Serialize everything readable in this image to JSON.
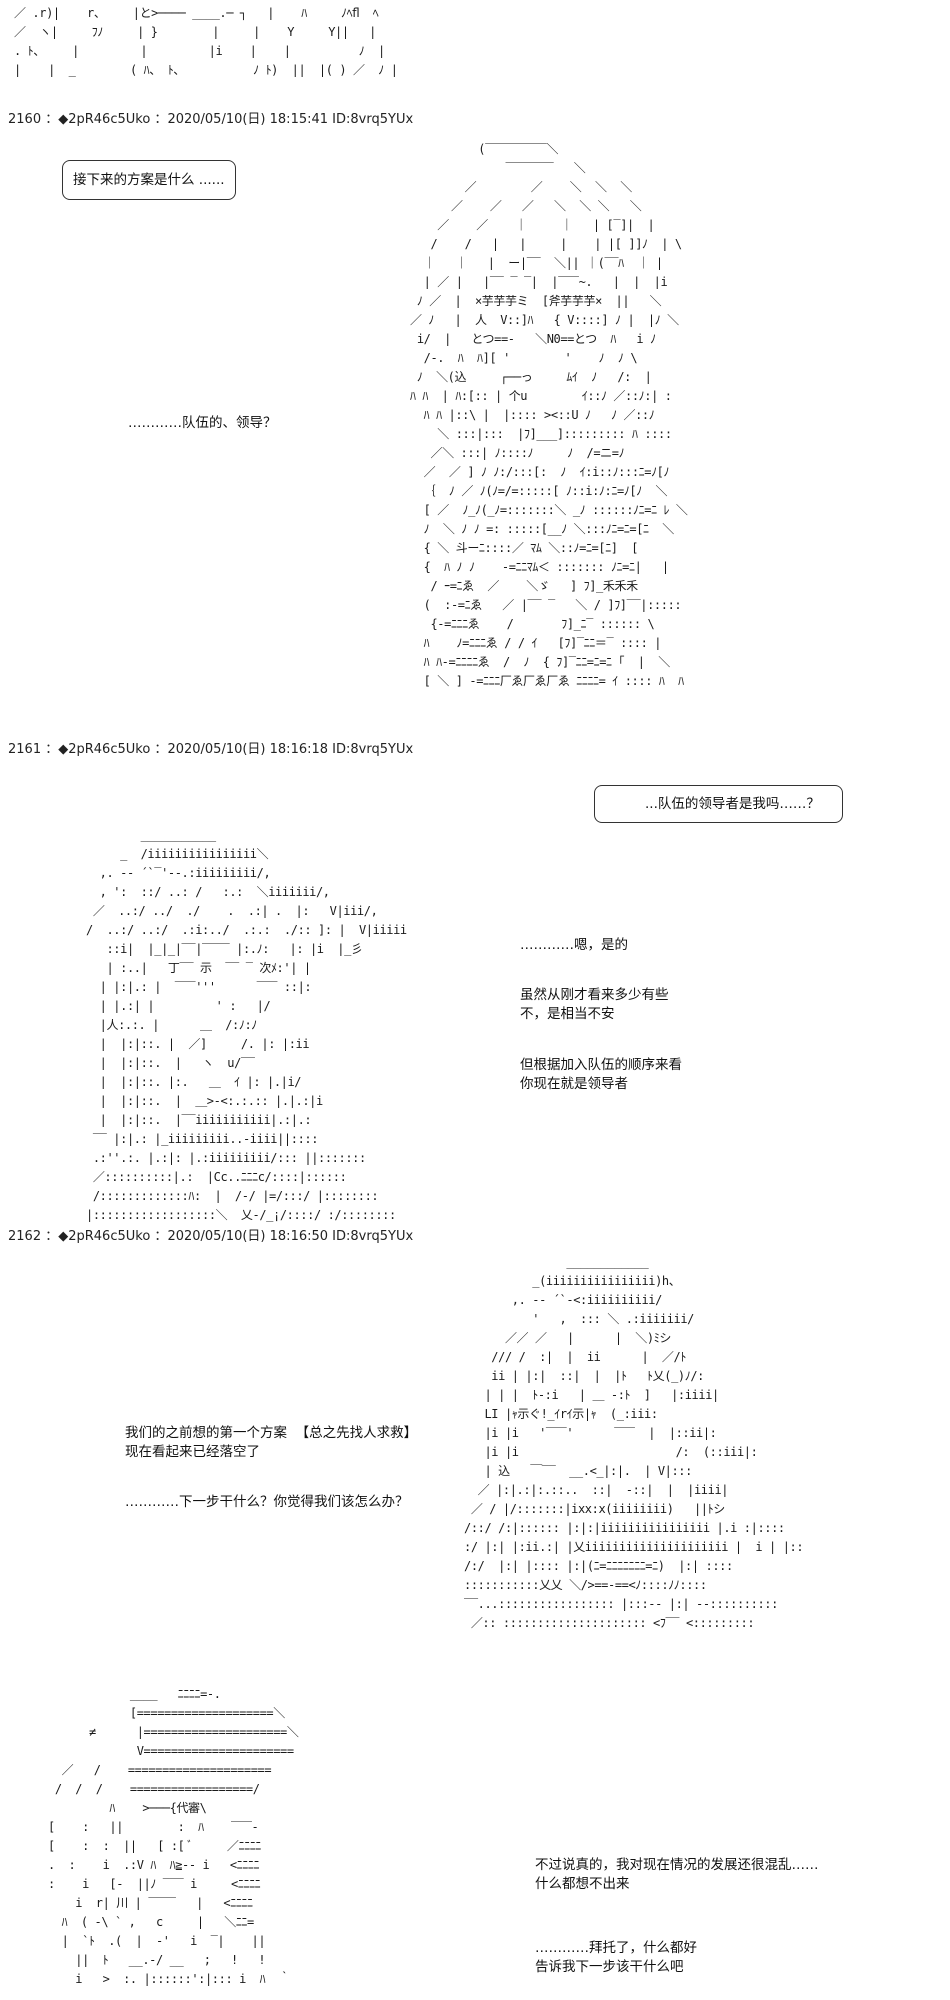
{
  "posts": [
    {
      "number": "2160",
      "trip": "◆2pR46c5Uko",
      "date": "2020/05/10(日) 18:15:41",
      "id": "ID:8vrq5YUx",
      "bubble": "接下来的方案是什么 ......",
      "lines": [
        "…………队伍的、领导？"
      ]
    },
    {
      "number": "2161",
      "trip": "◆2pR46c5Uko",
      "date": "2020/05/10(日) 18:16:18",
      "id": "ID:8vrq5YUx",
      "bubble": "...队伍的领导者是我吗……？",
      "lines": [
        "…………嗯，是的",
        "虽然从刚才看来多少有些",
        "不，是相当不安",
        "但根据加入队伍的顺序来看",
        "你现在就是领导者"
      ]
    },
    {
      "number": "2162",
      "trip": "◆2pR46c5Uko",
      "date": "2020/05/10(日) 18:16:50",
      "id": "ID:8vrq5YUx",
      "lines": [
        "我们的之前想的第一个方案  【总之先找人求救】",
        "现在看起来已经落空了",
        "…………下一步干什么？你觉得我们该怎么办？",
        "不过说真的，我对现在情况的发展还很混乱……",
        "什么都想不出来",
        "…………拜托了，什么都好",
        "告诉我下一步该干什么吧"
      ]
    }
  ],
  "art": {
    "top": "／ .r)|    r、    |と>──── ____.─ ┐   |    ﾊ     ﾉﾍﬂ  ﾍ\n／  ヽ|     ﾌﾉ     | }        |     |    Y     Y||   |\n. ﾄ、    |         |         |i    |    |          ﾉ  |\n|    |  _        ( ﾊ、 ﾄ、          ﾉ ﾄ)  ||  |( ) ／  ﾉ |",
    "char1": "          (‾‾‾‾‾‾‾‾‾＼\n              ‾‾‾‾‾‾‾   ＼\n        ／        ／    ＼  ＼  ＼\n      ／    ／   ／   ＼  ＼ ＼   ＼\n    ／    ／    ｜     ｜   | [‾]|  |\n   /    /   |   |     |    | |[ ]]ﾉ  | \\\n  ｜   ｜   |  ー|‾‾  ＼|| ｜(‾‾ﾊ  ｜ |\n  | ／ |   |‾‾ ‾ ‾|  |‾‾‾~.   |  |  |i\n ﾉ ／  |  ×芋芋芋ミ  [斧芋芋芋×  ||   ＼\n／ ﾉ   |  人  V::]ﾊ   { V::::] ﾉ |  |ﾉ ＼\n i/  |   とつ==-   ＼N0==とつ  ﾊ   i ﾉ\n  /-.  ﾊ  ﾊ][ '        '    ﾉ  ﾉ \\\n ﾉ  ＼(込     ┌──っ     ﾑｲ  ﾉ   /:  |\nﾊ ﾊ  | ﾊ:[:: | 个u        ｲ::ﾉ ／::ﾉ:| :\n  ﾊ ﾊ |::\\ |  |:::: ><::U ﾉ   ﾉ ／::ﾉ\n    ＼ :::|:::  |ﾌ]___]::::::::: ﾊ ::::\n   ／＼ :::| ﾉ::::ﾉ     ﾉ  /=ニ=ﾉ\n  ／  ／ ] ﾉ ﾉ:/:::[:  ﾉ  ｲ:i::ﾉ:::ﾆ=ﾉ[ﾉ\n  ｛  ﾉ ／ ﾉ(ﾉ=/=:::::[ ﾉ::i:ﾉ:ﾆ=ﾉ[ﾉ  ＼\n  [ ／  ﾉ_ﾉ(_ﾉ=:::::::＼ _ﾉ ::::::ﾉﾆ=ﾆ ﾚ ＼\n  ﾉ  ＼ ﾉ ﾉ =: :::::[__ﾉ ＼:::ﾉﾆ=ﾆ=[ﾆ  ＼\n  { ＼ 斗ーﾆ::::／ ﾏﾑ ＼::ﾉ=ﾆ=[ﾆ]  [\n  {  ﾊ ﾉ ﾉ    -=ﾆﾆﾏﾑ＜ ::::::: ﾉﾆ=ﾆ|   |\n   / ｰ=ﾆゑ  ／    ＼ゞ   ] ﾌ]_禾禾禾\n  (  :-=ﾆゑ   ／ |‾‾ ‾   ＼ / ]ﾌ]‾‾|::::: \n   {-=ﾆﾆﾆゑ    /       ﾌ]_ﾆ‾ :::::: \\\n  ﾊ    ﾉ=ﾆﾆﾆゑ / / ｲ   [ﾌ]‾ﾆﾆ＝‾ :::: |\n  ﾊ ﾊ-=ﾆﾆﾆﾆゑ  /  ﾉ  { ﾌ]‾ﾆﾆ=ﾆ=ﾆ ｢  |  ＼\n  [ ＼ ] -=ﾆﾆﾆ厂ゑ厂ゑ厂ゑ ﾆﾆﾆﾆ= ｲ :::: ﾊ  ﾊ",
    "char2": "        ___________\n     _  /iiiiiiiiiiiiiiii＼\n  ,. -‐ ´`‾'‐-.:iiiiiiiii/,\n  , ':  ::/ ..: /   :.:  ＼iiiiiii/,\n ／  ..:/ ../  ./    .  .:| .  |:   V|iii/,\n/  ..:/ ..:/  .:i:../  .:.:  ./:: ]: |  V|iiiii\n   ::i|  |_|_|‾‾|‾‾‾‾ |:.ﾉ:   |: |i  |_彡\n   | :..|   丁‾‾ 示  ‾‾ ‾ 次ﾒ:'| |\n  | |:|.: |  ‾‾‾'''      ‾‾‾ ::|:\n  | |.:| |         ' :   |/\n  |人:.:. |      ＿  /:ﾉ:ﾉ\n  |  |:|::. |  ／]     /. |: |:ii\n  |  |:|::.  |   ヽ  u/‾‾ \n  |  |:|::. |:.   ＿  ｲ |: |.|i/\n  |  |:|::.  |  ＿>-<:.:.:: |.|.:|i\n  |  |:|::.  |‾‾iiiiiiiiiii|.:|.:\n ‾‾ |:|.: |_iiiiiiiii..-iiii||::::\n .:''.:. |.:|: |.:iiiiiiiii/::: ||:::::::\n ／::::::::::|.:  |Cc..ﾆﾆﾆc/::::|::::::\n /:::::::::::::ﾊ:  |  /-/ |=/:::/ |::::::::\n|::::::::::::::::::＼  乂-/_¡/::::/ :/::::::::",
    "char3": "               ____________\n          _(iiiiiiiiiiiiiiii)h、\n       ,. -‐ ´`‐<:iiiiiiiiii/\n          '   ,  ::: ＼ .:iiiiiii/\n      ／／ ／   |      |  ＼)ﾐシ\n    /// /  :|  |  ii      |  ／/ﾄ\n    ii | |:|  ::|  |  |ﾄ   ﾄ乂(_)ﾉ/:\n   | | |  ﾄ-:i   | ＿ -:ﾄ  ]   |:iiii|\n   LI |ｬ示ぐ!_ｲrｲ示|ｬ  (_:iii:\n   |i |i   '‾‾‾'      ‾‾‾  |  |::ii|:\n   |i |i                       /:  (::iii|:\n   | 込   ￣‾‾  __.<_|:|.  | V|:::\n  ／ |:|.:|:.::..  ::|  -::|  |  |iiii|\n ／ / |/:::::::|ixx:x(iiiiiiii)   ||ﾄシ\n/::/ /:|:::::: |:|:|iiiiiiiiiiiiiiii |.i :|::::\n:/ |:| |:ii.:| |乂iiiiiiiiiiiiiiiiiiiii |  i | |::\n/:/  |:| |:::: |:|(ﾆ=ﾆﾆﾆﾆﾆﾆﾆ=ﾆ)  |:| ::::\n:::::::::::乂乂 ＼/>==-==<ﾉ::::ﾉﾉ::::\n‾‾...::::::::::::::::: |:::-- |:| --::::::::::\n ／:: ::::::::::::::::::::: <ﾌ‾‾ <:::::::::",
    "char4": "            ____   ﾆﾆﾆﾆ=-.\n            [====================＼\n      ≠      |=====================＼\n             V======================\n  ／   /    =====================\n /  /  /    ==================/\n         ﾊ    >───{代審\\\n[    :   ||        :  ﾊ    ‾‾‾-\n[    :  :  ||   [ :[ ﾞ     ／ﾆﾆﾆﾆ\n.  :    i  .:V ﾊ  ﾊ≧-‐ i   <ﾆﾆﾆﾆ\n:    i   [‐  ||ﾉ ‾‾‾ i     <ﾆﾆﾆﾆ\n    i  r| 川 | ‾‾‾‾   |   <ﾆﾆﾆﾆ\n  ﾊ  ( -\\ ` ,   c     |   ＼ﾆﾆ=\n  |  `ﾄ  .(  |  ‐'   i  ‾|    ||\n    ||  ﾄ   __.-/ __   ;   !   !\n    i   >  :. |::::::':|::: i  ﾊ  ｀",
    "tails": [
      "(",
      ")",
      "Y",
      "ﾉ"
    ]
  }
}
